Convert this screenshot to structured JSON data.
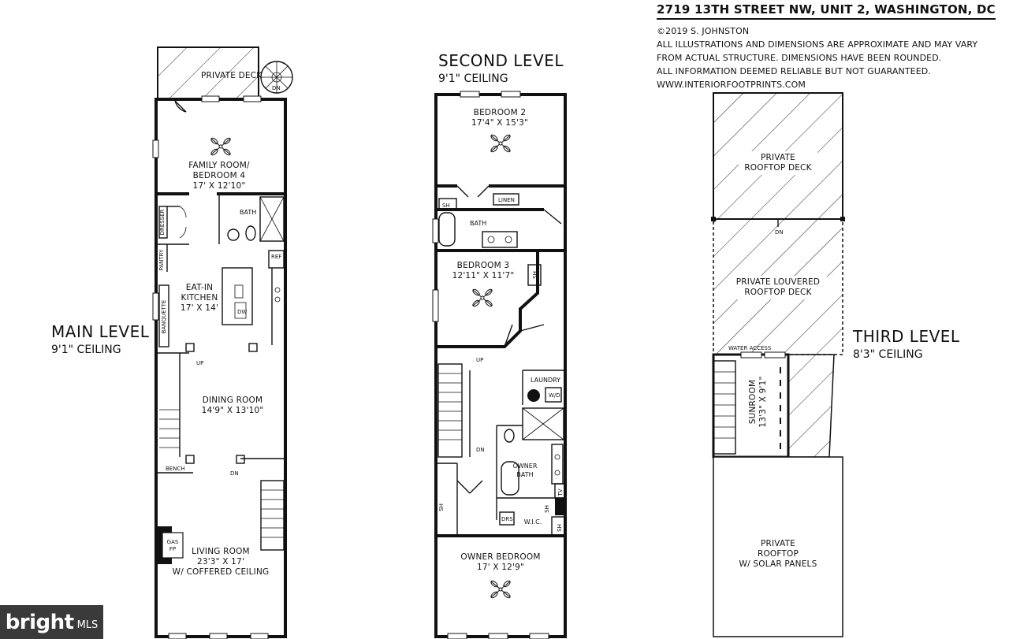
{
  "header": {
    "address": "2719 13TH STREET NW, UNIT 2, WASHINGTON, DC",
    "copyright": "©2019 S. JOHNSTON",
    "disclaimer1": "ALL ILLUSTRATIONS AND DIMENSIONS ARE APPROXIMATE AND MAY VARY",
    "disclaimer2": "FROM ACTUAL STRUCTURE. DIMENSIONS HAVE BEEN ROUNDED.",
    "disclaimer3": "ALL INFORMATION DEEMED RELIABLE BUT NOT GUARANTEED.",
    "website": "WWW.INTERIORFOOTPRINTS.COM"
  },
  "main_level": {
    "title": "MAIN LEVEL",
    "ceiling": "9'1\" CEILING",
    "rooms": {
      "deck": "PRIVATE DECK",
      "deck_dn": "DN",
      "family_1": "FAMILY ROOM/",
      "family_2": "BEDROOM 4",
      "family_dim": "17' X 12'10\"",
      "bath": "BATH",
      "dresser": "DRESSER",
      "pantry": "PANTRY",
      "ref": "REF",
      "kitchen_1": "EAT-IN",
      "kitchen_2": "KITCHEN",
      "kitchen_dim": "17' X 14'",
      "dw": "DW",
      "banquette": "BANQUETTE",
      "up": "UP",
      "dining": "DINING ROOM",
      "dining_dim": "14'9\" X 13'10\"",
      "bench": "BENCH",
      "dn": "DN",
      "gas_1": "GAS",
      "gas_2": "FP",
      "living": "LIVING ROOM",
      "living_dim": "23'3\" X 17'",
      "living_note": "W/ COFFERED CEILING"
    }
  },
  "second_level": {
    "title": "SECOND LEVEL",
    "ceiling": "9'1\" CEILING",
    "rooms": {
      "bedroom2": "BEDROOM 2",
      "bedroom2_dim": "17'4\" X 15'3\"",
      "sh1": "SH",
      "linen": "LINEN",
      "bath": "BATH",
      "bedroom3": "BEDROOM 3",
      "bedroom3_dim": "12'11\" X 11'7\"",
      "sh2": "SH",
      "up": "UP",
      "laundry": "LAUNDRY",
      "wd": "W/D",
      "dn": "DN",
      "owner_bath_1": "OWNER",
      "owner_bath_2": "BATH",
      "sh3": "SH",
      "tv": "TV",
      "drs": "DRS",
      "wic": "W.I.C.",
      "sh4": "SH",
      "sh5": "SH",
      "owner_bed": "OWNER BEDROOM",
      "owner_bed_dim": "17' X 12'9\""
    }
  },
  "third_level": {
    "title": "THIRD LEVEL",
    "ceiling": "8'3\" CEILING",
    "rooms": {
      "roof_deck_1": "PRIVATE",
      "roof_deck_2": "ROOFTOP DECK",
      "dn": "DN",
      "louvered_1": "PRIVATE LOUVERED",
      "louvered_2": "ROOFTOP DECK",
      "water": "WATER ACCESS",
      "sunroom": "SUNROOM",
      "sunroom_dim": "13'3\" X 9'1\"",
      "solar_1": "PRIVATE",
      "solar_2": "ROOFTOP",
      "solar_3": "W/ SOLAR PANELS"
    }
  },
  "brand": {
    "name": "bright",
    "suffix": "MLS"
  }
}
